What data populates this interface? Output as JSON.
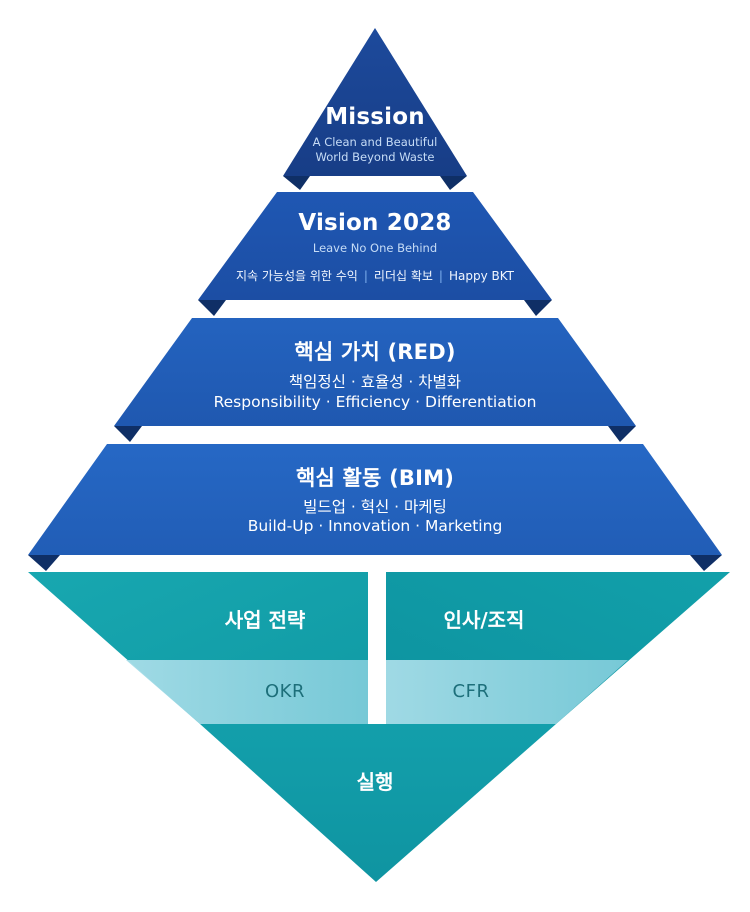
{
  "colors": {
    "mission": "#1a4391",
    "vision": "#1f56b1",
    "values": "#2261bc",
    "activities": "#2566c2",
    "fold_shadow": "#0e2e63",
    "teal_left": "#16a2ab",
    "teal_right": "#0f9aa6",
    "teal_bottom": "#129da9",
    "band": "#9fd6e3",
    "band_text": "#1d6f7a"
  },
  "mission": {
    "title": "Mission",
    "subtitle_line1": "A Clean and Beautiful",
    "subtitle_line2": "World Beyond Waste"
  },
  "vision": {
    "title": "Vision 2028",
    "subtitle": "Leave No One Behind",
    "items": [
      "지속 가능성을 위한 수익",
      "리더십 확보",
      "Happy BKT"
    ]
  },
  "core_values": {
    "title": "핵심 가치 (RED)",
    "korean": "책임정신 · 효율성 · 차별화",
    "english": "Responsibility · Efficiency · Differentiation"
  },
  "core_activities": {
    "title": "핵심 활동 (BIM)",
    "korean": "빌드업 · 혁신 · 마케팅",
    "english": "Build-Up · Innovation · Marketing"
  },
  "strategy": {
    "left_title": "사업 전략",
    "right_title": "인사/조직",
    "left_band": "OKR",
    "right_band": "CFR",
    "bottom": "실행"
  }
}
